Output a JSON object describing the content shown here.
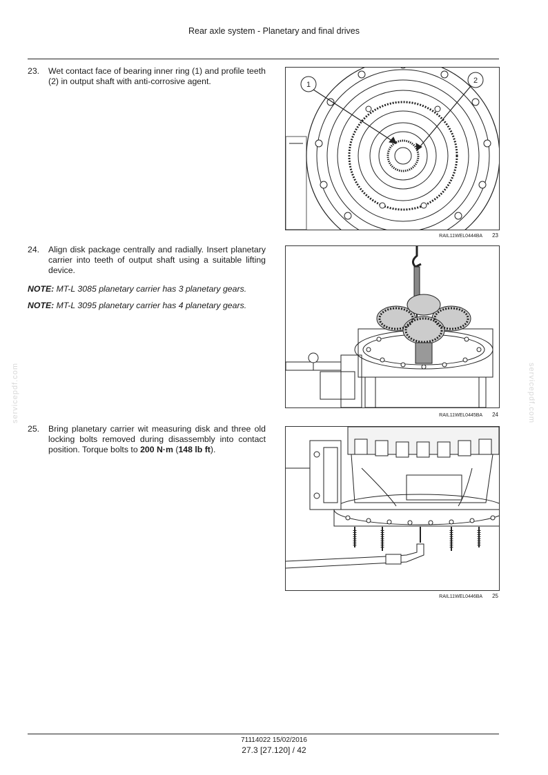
{
  "header": {
    "title": "Rear axle system - Planetary and final drives"
  },
  "steps": [
    {
      "number": "23.",
      "text": "Wet contact face of bearing inner ring (1) and profile teeth (2) in output shaft with anti-corrosive agent."
    },
    {
      "number": "24.",
      "text": "Align disk package centrally and radially. Insert planetary carrier into teeth of output shaft using a suitable lifting device."
    },
    {
      "number": "25.",
      "text_before": "Bring planetary carrier wit measuring disk and three old locking bolts removed during disassembly into contact position. Torque bolts to ",
      "torque_nm": "200 N·m",
      "torque_paren_open": " (",
      "torque_lbft": "148 lb ft",
      "torque_paren_close": ")."
    }
  ],
  "notes": [
    {
      "label": "NOTE:",
      "text": " MT-L 3085 planetary carrier has 3 planetary gears."
    },
    {
      "label": "NOTE:",
      "text": " MT-L 3095 planetary carrier has 4 planetary gears."
    }
  ],
  "figures": [
    {
      "code": "RAIL11WEL0444BA",
      "number": "23",
      "callouts": [
        "1",
        "2"
      ]
    },
    {
      "code": "RAIL11WEL0445BA",
      "number": "24"
    },
    {
      "code": "RAIL11WEL0446BA",
      "number": "25"
    }
  ],
  "watermark": "servicepdf.com",
  "footer": {
    "doc": "71114022 15/02/2016",
    "page": "27.3 [27.120] / 42"
  }
}
